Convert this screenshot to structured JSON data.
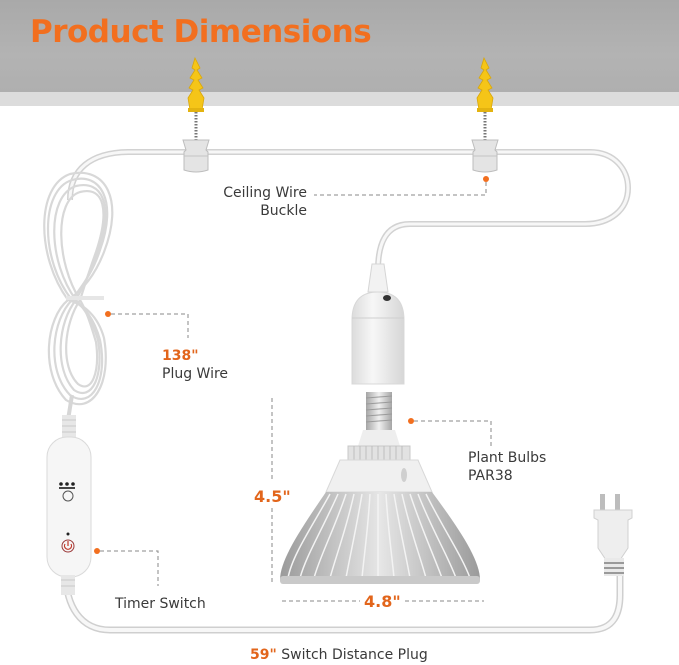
{
  "title": "Product Dimensions",
  "colors": {
    "accent": "#f26f1f",
    "ceiling": "#b0b0b0",
    "anchor": "#f5c518",
    "text": "#3a3a3a",
    "cable": "#f2f2f2"
  },
  "labels": {
    "ceiling_buckle": {
      "line1": "Ceiling Wire",
      "line2": "Buckle"
    },
    "plug_wire": {
      "value": "138\"",
      "text": "Plug Wire"
    },
    "plant_bulbs": {
      "line1": "Plant Bulbs",
      "line2": "PAR38"
    },
    "timer_switch": {
      "text": "Timer Switch"
    },
    "switch_distance": {
      "value": "59\"",
      "text": "Switch Distance Plug"
    }
  },
  "dimensions": {
    "bulb_height": "4.5\"",
    "bulb_width": "4.8\""
  },
  "icons": [
    "wall-anchor-icon",
    "screw-icon",
    "wire-buckle-icon",
    "coiled-cable-icon",
    "lamp-socket-icon",
    "par38-bulb-icon",
    "timer-switch-icon",
    "power-button-icon",
    "us-plug-icon",
    "callout-dot-icon"
  ]
}
